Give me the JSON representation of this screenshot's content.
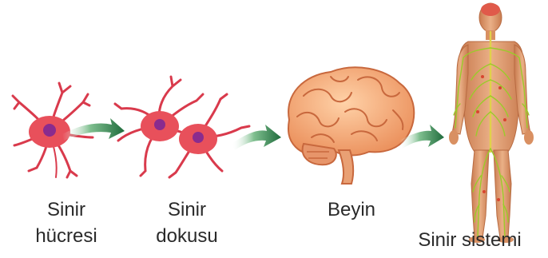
{
  "stages": [
    {
      "id": "sinir-hucresi",
      "lines": [
        "Sinir",
        "hücresi"
      ]
    },
    {
      "id": "sinir-dokusu",
      "lines": [
        "Sinir",
        "dokusu"
      ]
    },
    {
      "id": "beyin",
      "lines": [
        "Beyin"
      ]
    },
    {
      "id": "sinir-sistemi",
      "lines": [
        "Sinir sistemi"
      ]
    }
  ],
  "colors": {
    "neuron": "#e8505b",
    "nucleus": "#8a2b8e",
    "arrow": "#2e7d4e",
    "brain": "#f3a06e",
    "body": "#d99062",
    "nerves": "#9acb2a",
    "text": "#2a2a2a"
  }
}
